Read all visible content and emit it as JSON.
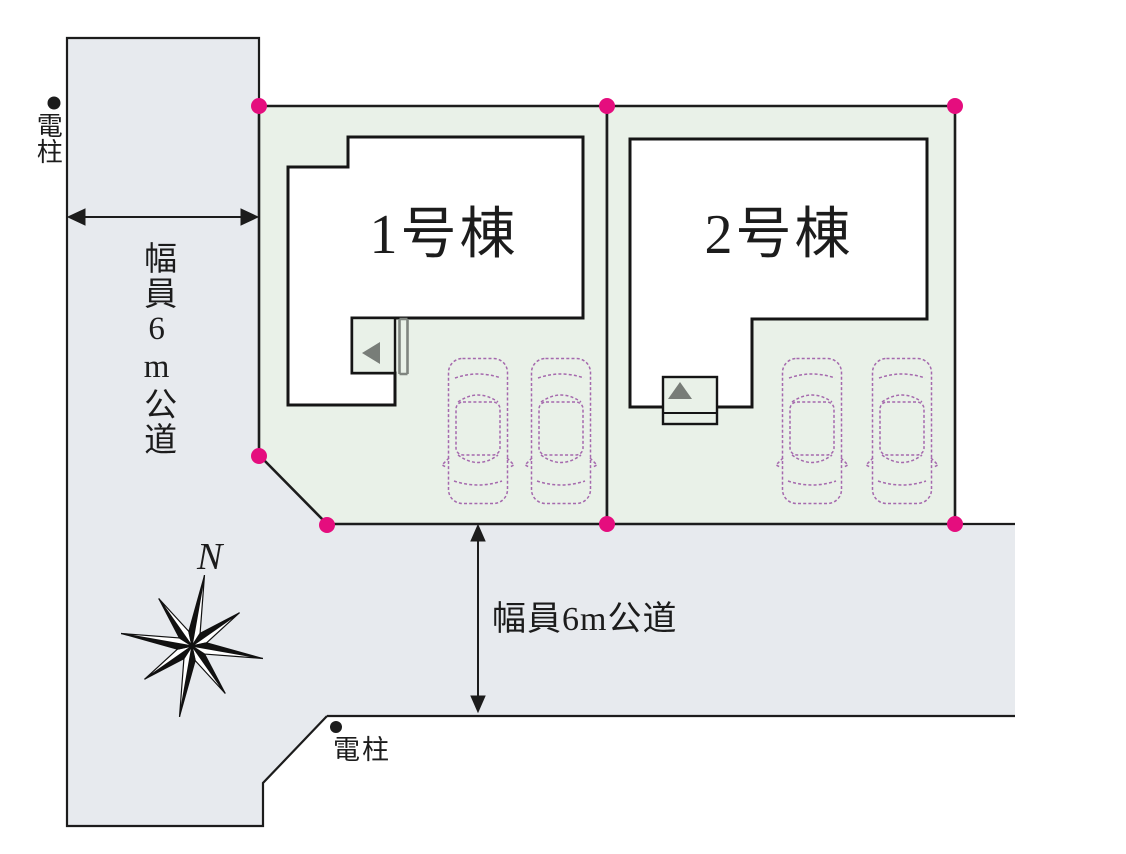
{
  "site_plan": {
    "compass": {
      "north_label": "N"
    },
    "utility_poles": {
      "top_label": "電柱",
      "bottom_label": "電柱"
    },
    "roads": {
      "left": {
        "label": "幅員6m公道"
      },
      "bottom": {
        "label": "幅員6m公道"
      }
    },
    "lots": [
      {
        "building_label": "1号棟",
        "parked_cars": 2
      },
      {
        "building_label": "2号棟",
        "parked_cars": 2
      }
    ],
    "colors": {
      "road_fill": "#e7eaee",
      "lot_fill": "#e9f1e8",
      "boundary_marker": "#e50d7e",
      "car_outline": "#a569ad",
      "line": "#1c1c1c",
      "gray_accent": "#787d78"
    }
  }
}
